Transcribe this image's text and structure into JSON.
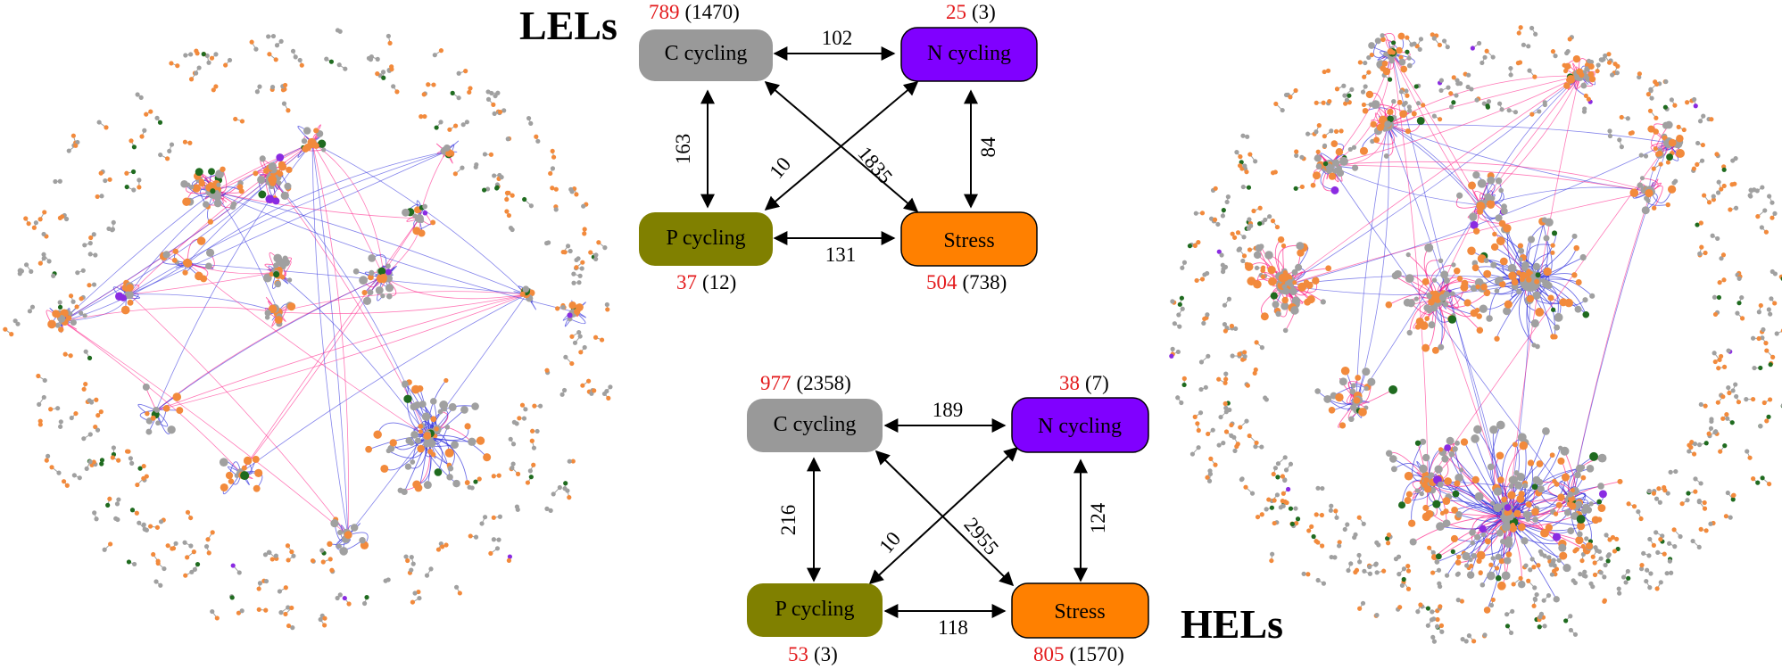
{
  "colors": {
    "c_cycling": "#999999",
    "n_cycling": "#8000ff",
    "p_cycling": "#808000",
    "stress": "#ff8000",
    "count_red": "#e31a1c",
    "edge_blue": "#3333dd",
    "edge_pink": "#ff2288",
    "node_gray": "#a0a0a0",
    "node_orange": "#f28a3c",
    "node_green": "#1f6b1f",
    "node_purple": "#8a2be2"
  },
  "panels": [
    {
      "label": "LELs",
      "nodes": {
        "c": {
          "label": "C cycling",
          "count": "789",
          "paren": "(1470)"
        },
        "n": {
          "label": "N cycling",
          "count": "25",
          "paren": "(3)"
        },
        "p": {
          "label": "P cycling",
          "count": "37",
          "paren": "(12)"
        },
        "s": {
          "label": "Stress",
          "count": "504",
          "paren": "(738)"
        }
      },
      "edges": {
        "c_n": "102",
        "c_p": "163",
        "n_s": "84",
        "p_s": "131",
        "n_p": "10",
        "c_s": "1835"
      }
    },
    {
      "label": "HELs",
      "nodes": {
        "c": {
          "label": "C cycling",
          "count": "977",
          "paren": "(2358)"
        },
        "n": {
          "label": "N cycling",
          "count": "38",
          "paren": "(7)"
        },
        "p": {
          "label": "P cycling",
          "count": "53",
          "paren": "(3)"
        },
        "s": {
          "label": "Stress",
          "count": "805",
          "paren": "(1570)"
        }
      },
      "edges": {
        "c_n": "189",
        "c_p": "216",
        "n_s": "124",
        "p_s": "118",
        "n_p": "10",
        "c_s": "2955"
      }
    }
  ]
}
